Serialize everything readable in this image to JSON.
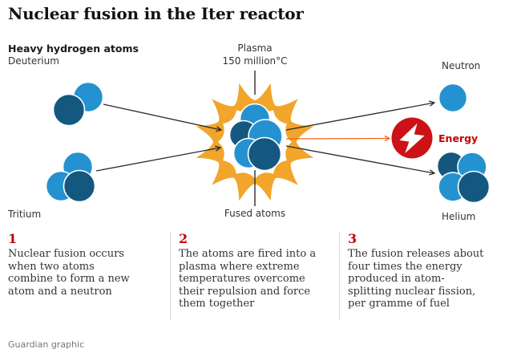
{
  "title": "Nuclear fusion in the Iter reactor",
  "colors": {
    "atom_light_blue": "#2492d0",
    "atom_dark_blue": "#14587f",
    "plasma_yellow": "#f2a52b",
    "energy_red": "#cd1217",
    "accent_red": "#c70000",
    "arrow_dark": "#2b2b2b",
    "arrow_orange": "#f4651c"
  },
  "diagram": {
    "left": {
      "heading": "Heavy hydrogen atoms",
      "deuterium_label": "Deuterium",
      "tritium_label": "Tritium"
    },
    "center": {
      "plasma_label_line1": "Plasma",
      "plasma_label_line2": "150 million°C",
      "fused_label": "Fused atoms"
    },
    "right": {
      "neutron_label": "Neutron",
      "energy_label": "Energy",
      "helium_label": "Helium"
    }
  },
  "steps": [
    {
      "number": "1",
      "text": "Nuclear fusion occurs\nwhen two atoms\ncombine to form a new\natom and a neutron"
    },
    {
      "number": "2",
      "text": "The atoms are fired into a\nplasma where extreme\ntemperatures overcome\ntheir repulsion and force\nthem together"
    },
    {
      "number": "3",
      "text": "The fusion releases about\nfour times the energy\nproduced in atom-\nsplitting nuclear fission,\nper gramme of fuel"
    }
  ],
  "footer": "Guardian graphic"
}
